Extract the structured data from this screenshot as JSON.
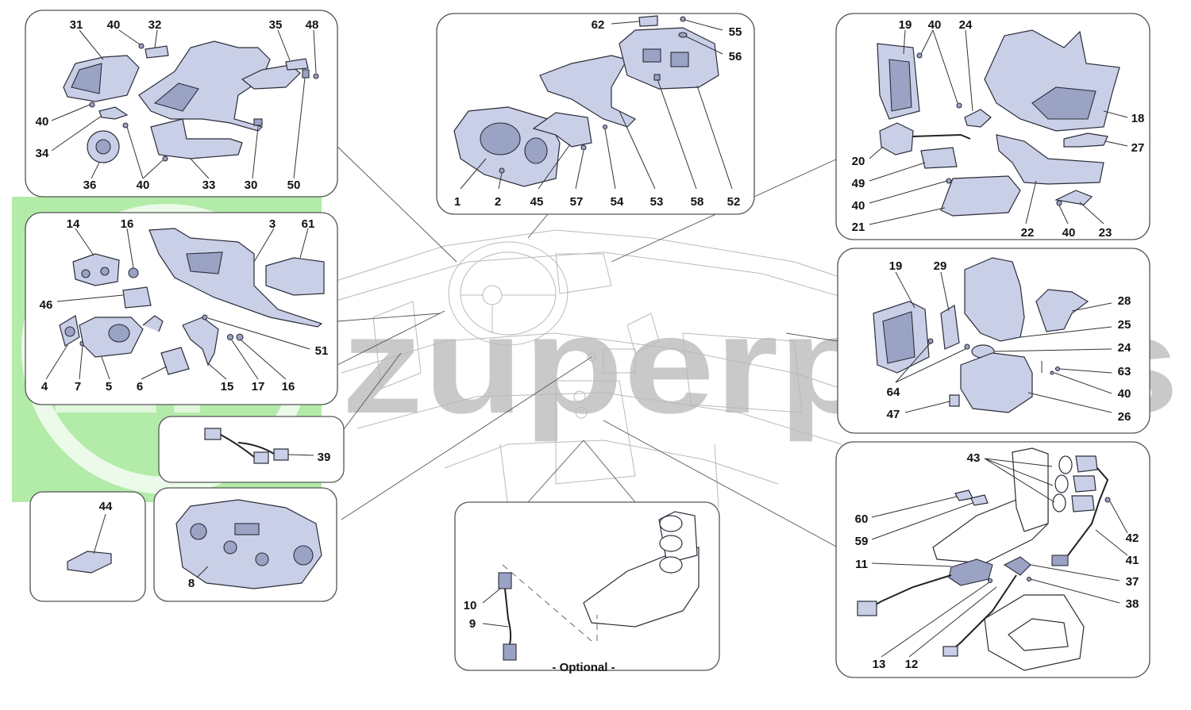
{
  "diagram": {
    "optional_label": "- Optional -",
    "watermark_text": "zuperparts",
    "watermark_logo": "ZP",
    "colors": {
      "part_fill": "#c9cfe6",
      "part_stroke": "#2c2c3a",
      "panel_stroke": "#555555",
      "watermark_green": "#a6e89a",
      "watermark_gray": "#9e9e9e",
      "car_lines": "#b9b9b9"
    },
    "panels": [
      {
        "id": "panel-top-left",
        "callouts": [
          "31",
          "40",
          "32",
          "35",
          "48",
          "40",
          "34",
          "36",
          "40",
          "33",
          "30",
          "50"
        ]
      },
      {
        "id": "panel-mid-left",
        "callouts": [
          "14",
          "16",
          "3",
          "61",
          "46",
          "51",
          "4",
          "7",
          "5",
          "6",
          "15",
          "17",
          "16"
        ]
      },
      {
        "id": "panel-wiring",
        "callouts": [
          "39"
        ]
      },
      {
        "id": "panel-small",
        "callouts": [
          "44"
        ]
      },
      {
        "id": "panel-climate",
        "callouts": [
          "8"
        ]
      },
      {
        "id": "panel-top-center",
        "callouts": [
          "62",
          "55",
          "56",
          "1",
          "2",
          "45",
          "57",
          "54",
          "53",
          "58",
          "52"
        ]
      },
      {
        "id": "panel-optional",
        "callouts": [
          "10",
          "9"
        ]
      },
      {
        "id": "panel-top-right",
        "callouts": [
          "19",
          "40",
          "24",
          "18",
          "27",
          "20",
          "49",
          "40",
          "21",
          "22",
          "40",
          "23"
        ]
      },
      {
        "id": "panel-mid-right",
        "callouts": [
          "19",
          "29",
          "28",
          "25",
          "24",
          "63",
          "64",
          "40",
          "47",
          "26"
        ]
      },
      {
        "id": "panel-bottom-right",
        "callouts": [
          "43",
          "60",
          "59",
          "11",
          "42",
          "41",
          "37",
          "38",
          "13",
          "12"
        ]
      }
    ]
  }
}
